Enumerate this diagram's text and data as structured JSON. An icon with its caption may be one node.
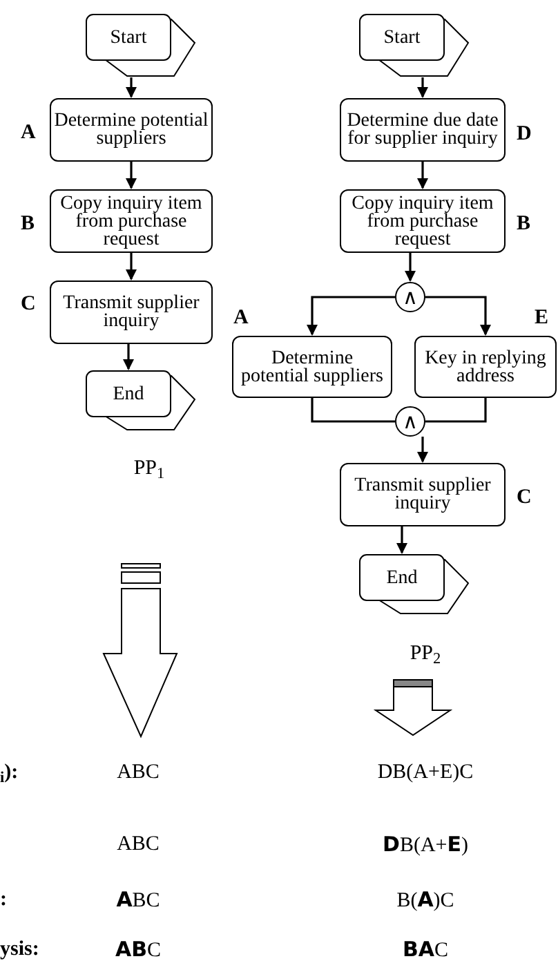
{
  "diagram": {
    "nodes": [
      {
        "text": [
          "Start"
        ]
      },
      {
        "text": [
          "Determine potential suppliers"
        ],
        "beside": [
          "A"
        ]
      },
      {
        "text": [
          "Copy inquiry item from purchase request"
        ],
        "beside": [
          "B"
        ]
      },
      {
        "text": [
          "Transmit supplier inquiry"
        ],
        "beside": [
          "C"
        ]
      },
      {
        "text": [
          "End"
        ]
      },
      {
        "text": [
          "Start"
        ]
      },
      {
        "text": [
          "Determine due date for supplier inquiry"
        ],
        "beside": [
          "D"
        ]
      },
      {
        "text": [
          "Copy inquiry item from purchase request"
        ],
        "beside": [
          "B"
        ]
      },
      {
        "text": [
          "∧"
        ]
      },
      {
        "text": [
          "Determine potential suppliers"
        ],
        "beside": [
          "A"
        ]
      },
      {
        "text": [
          "Key in replying address"
        ],
        "beside": [
          "E"
        ]
      },
      {
        "text": [
          "∧"
        ]
      },
      {
        "text": [
          "Transmit supplier inquiry"
        ],
        "beside": [
          "C"
        ]
      },
      {
        "text": [
          "End"
        ]
      }
    ],
    "edges": [
      {
        "from": 0,
        "to": 1,
        "arrow": "to"
      },
      {
        "from": 1,
        "to": 2,
        "arrow": "to"
      },
      {
        "from": 2,
        "to": 3,
        "arrow": "to"
      },
      {
        "from": 3,
        "to": 4,
        "arrow": "to"
      },
      {
        "from": 5,
        "to": 6,
        "arrow": "to"
      },
      {
        "from": 6,
        "to": 7,
        "arrow": "to"
      },
      {
        "from": 7,
        "to": 8,
        "arrow": "to"
      },
      {
        "from": 8,
        "to": 9,
        "arrow": "to"
      },
      {
        "from": 8,
        "to": 10,
        "arrow": "to"
      },
      {
        "from": 9,
        "to": 11,
        "arrow": "none"
      },
      {
        "from": 10,
        "to": 11,
        "arrow": "none"
      },
      {
        "from": 11,
        "to": 12,
        "arrow": "to"
      },
      {
        "from": 12,
        "to": 13,
        "arrow": "to"
      }
    ],
    "labels": [
      "PP$_{1}$",
      "PP$_{2}$",
      "$_{i}$):",
      "ABC",
      "DB(A+E)C",
      "ABC",
      "**D**B(A+**E**)",
      ":",
      "**A**BC",
      "B(**A**)C",
      "ysis:",
      "**AB**C",
      "**BA**C"
    ]
  }
}
